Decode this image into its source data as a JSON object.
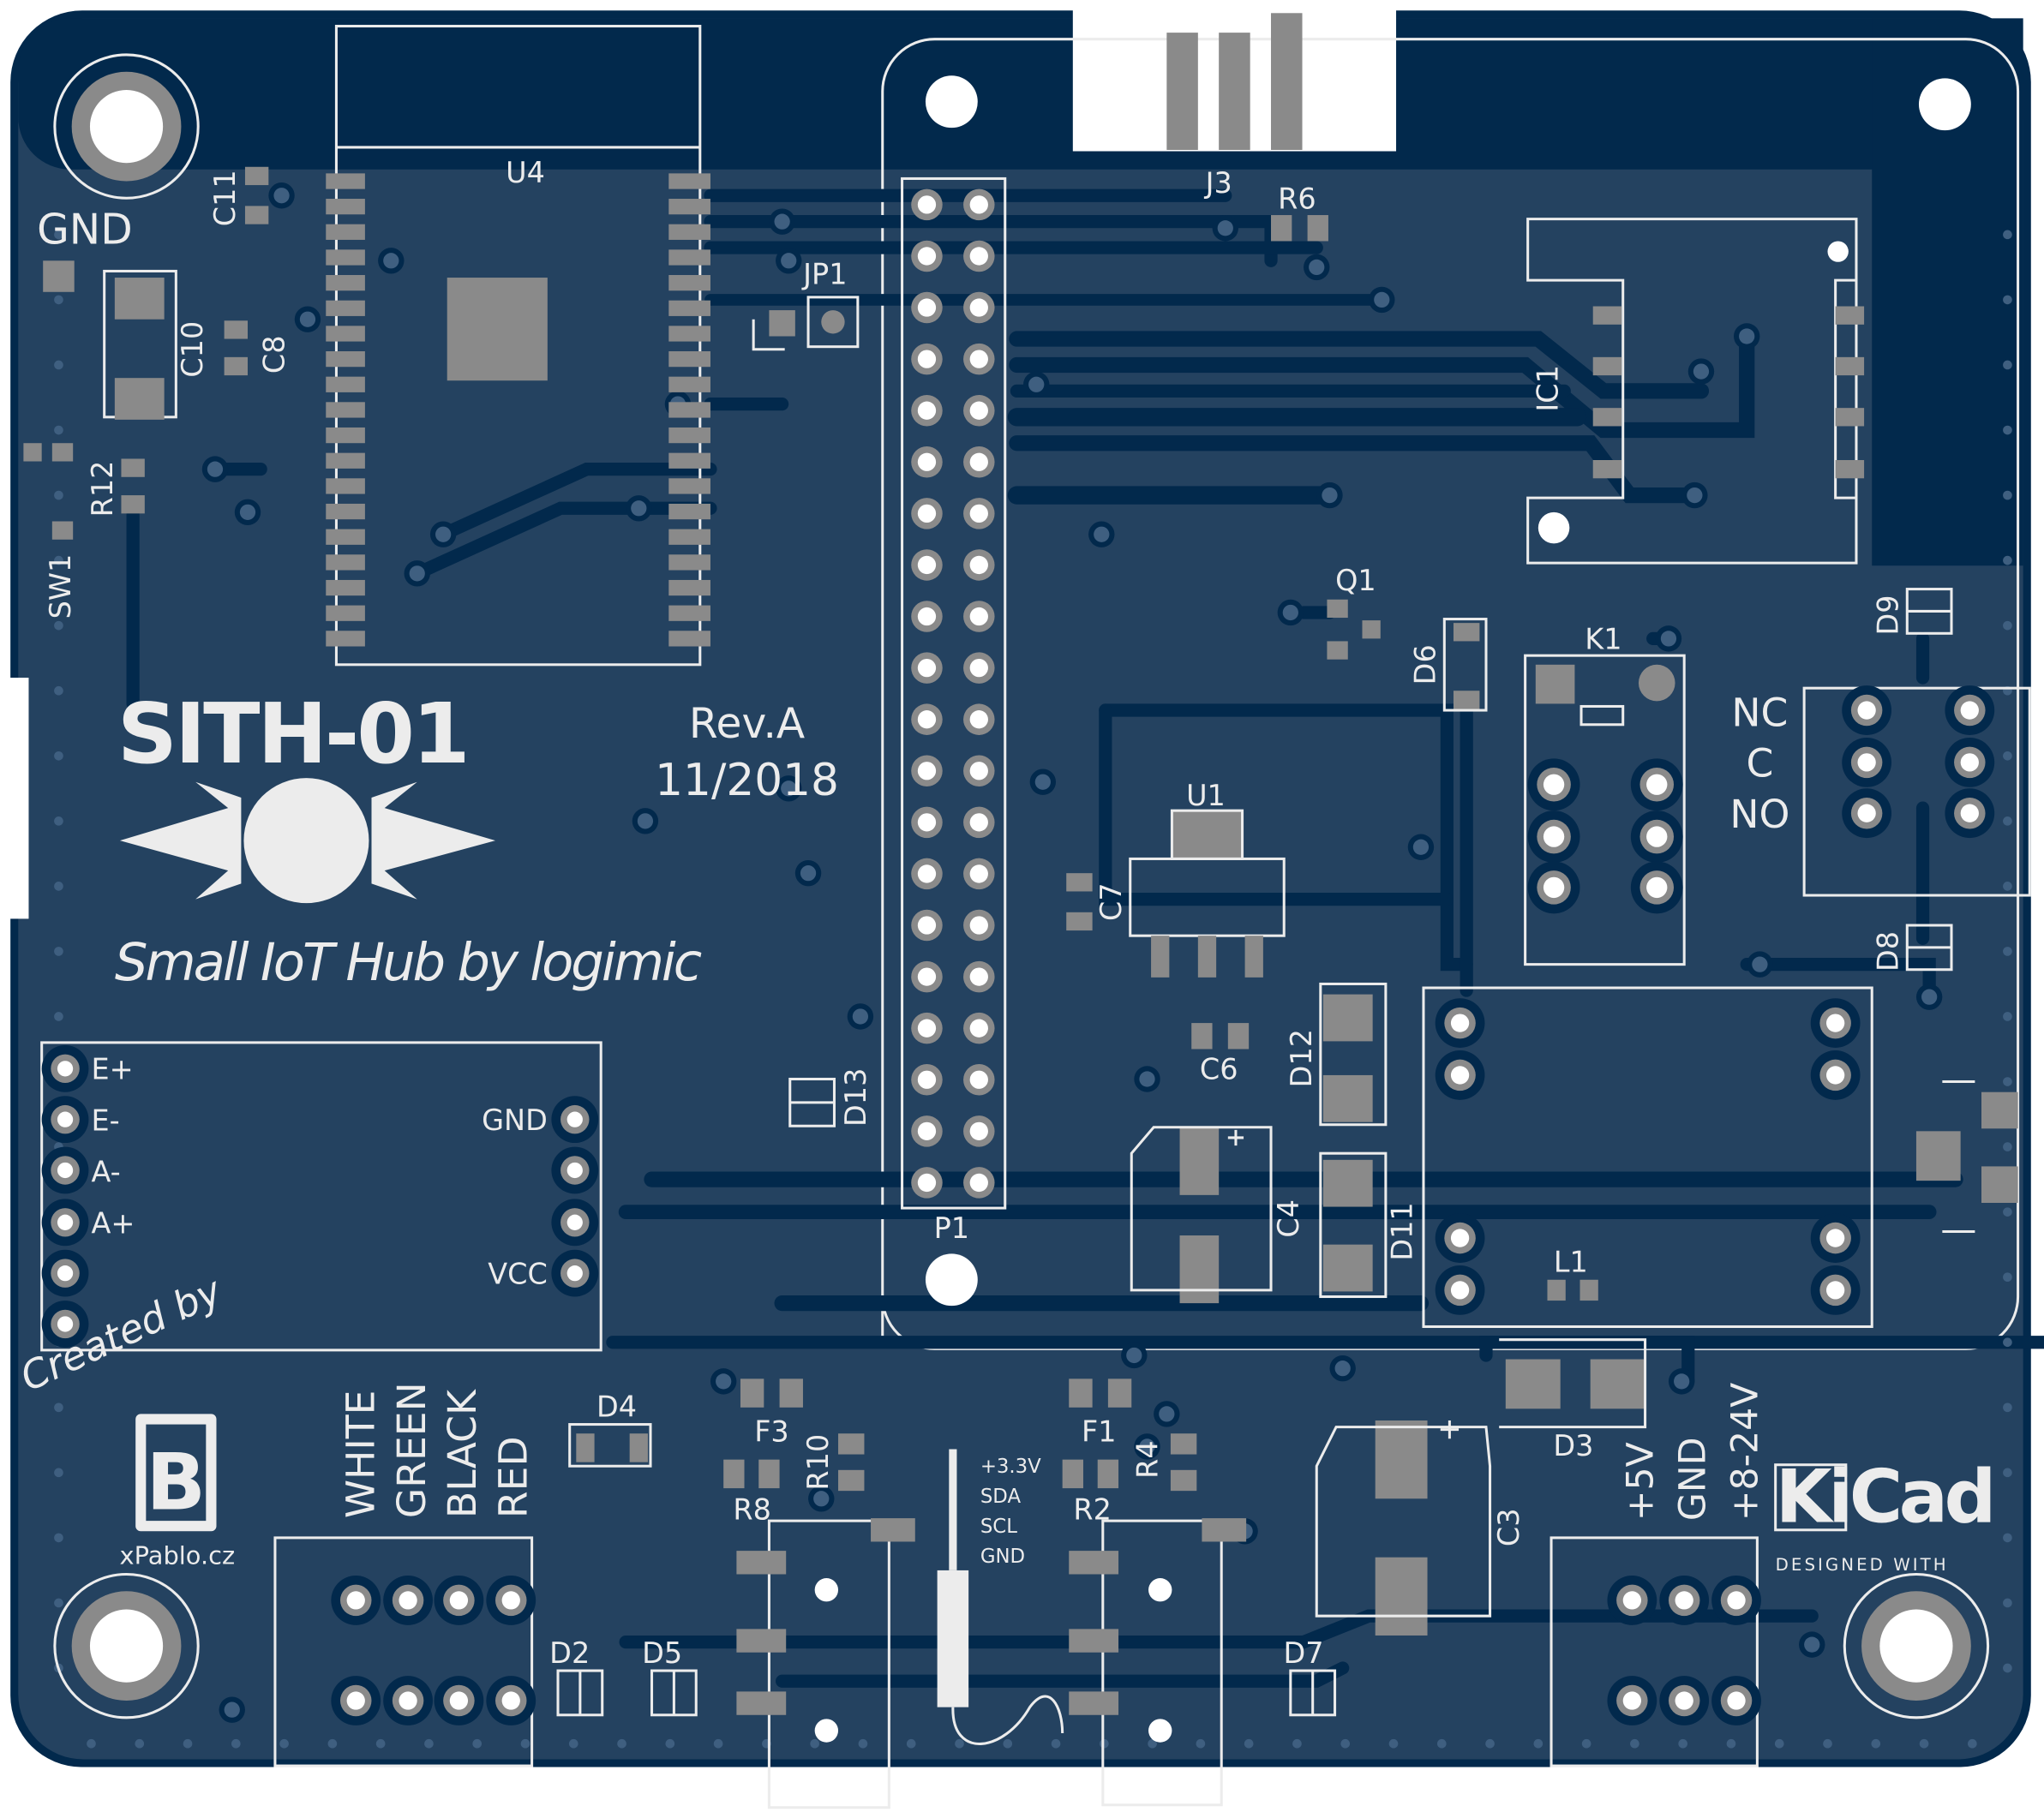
{
  "board": {
    "title": "SITH-01",
    "subtitle": "Small IoT Hub by logimic",
    "revision": "Rev.A",
    "date": "11/2018",
    "credit_prefix": "Created by",
    "credit_site": "xPablo.cz",
    "credit_logo_letter": "B",
    "kicad_logo": "KiCad",
    "kicad_tagline": "DESIGNED WITH",
    "colors": {
      "board": "#244260",
      "copper": "#02294c",
      "pad": "#8a8a8a",
      "silkscreen": "#ececec"
    }
  },
  "references": {
    "U4": "U4",
    "GND": "GND",
    "C11": "C11",
    "C10": "C10",
    "C8": "C8",
    "R12": "R12",
    "SW1": "SW1",
    "JP1": "JP1",
    "J3": "J3",
    "R6": "R6",
    "IC1": "IC1",
    "Q1": "Q1",
    "D6": "D6",
    "K1": "K1",
    "D9": "D9",
    "U1": "U1",
    "C7": "C7",
    "D8": "D8",
    "D12": "D12",
    "C6": "C6",
    "D13": "D13",
    "P1": "P1",
    "C4": "C4",
    "D11": "D11",
    "L1": "L1",
    "D3": "D3",
    "F3": "F3",
    "F1": "F1",
    "D4": "D4",
    "R10": "R10",
    "R4": "R4",
    "R8": "R8",
    "R2": "R2",
    "C3": "C3",
    "D2": "D2",
    "D5": "D5",
    "D7": "D7"
  },
  "relay_labels": [
    "NC",
    "C",
    "NO"
  ],
  "loadcell_left": [
    "E+",
    "E-",
    "A-",
    "A+"
  ],
  "loadcell_right": {
    "gnd": "GND",
    "vcc": "VCC"
  },
  "wire_colors": [
    "WHITE",
    "GREEN",
    "BLACK",
    "RED"
  ],
  "jack_labels": [
    "+3.3V",
    "SDA",
    "SCL",
    "GND"
  ],
  "power_labels": [
    "+5V",
    "GND",
    "+8-24V"
  ]
}
